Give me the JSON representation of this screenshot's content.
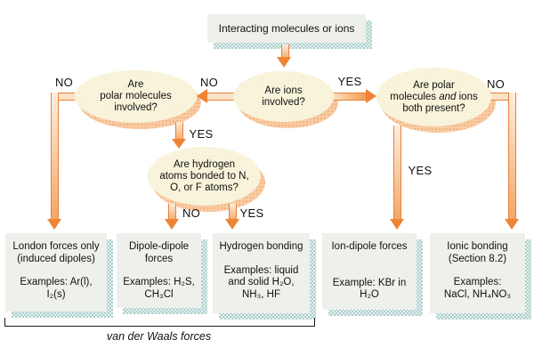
{
  "colors": {
    "page_bg": "#ffffff",
    "box_fill": "#eef0ec",
    "box_shadow": "#a9cecd",
    "oval_fill": "#f9f4dc",
    "oval_shadow": "#f8cba4",
    "arrow_orange": "#ee8434",
    "arrow_edge": "#e8803a",
    "text": "#111111"
  },
  "start": {
    "label": "Interacting molecules or ions"
  },
  "decisions": {
    "ions": {
      "line1": "Are ions",
      "line2": "involved?"
    },
    "polar": {
      "line1": "Are",
      "line2": "polar molecules",
      "line3": "involved?"
    },
    "both": {
      "line1": "Are polar",
      "line2_pre": "molecules ",
      "line2_italic": "and",
      "line2_post": " ions",
      "line3": "both present?"
    },
    "hydrogen": {
      "line1": "Are hydrogen",
      "line2": "atoms bonded to N,",
      "line3": "O, or F atoms?"
    }
  },
  "labels": {
    "no_to_london": "NO",
    "no_to_polar": "NO",
    "yes_to_both": "YES",
    "yes_to_hydrogen": "YES",
    "no_to_dipole": "NO",
    "yes_to_hbond": "YES",
    "yes_to_iondipole": "YES",
    "no_to_ionic": "NO"
  },
  "outcomes": {
    "london": {
      "title1": "London forces only",
      "title2": "(induced dipoles)",
      "ex1": "Examples: Ar(l),",
      "ex2": "I₂(s)"
    },
    "dipole": {
      "title1": "Dipole-dipole",
      "title2": "forces",
      "ex1": "Examples: H₂S,",
      "ex2": "CH₃Cl"
    },
    "hbond": {
      "title1": "Hydrogen bonding",
      "ex1": "Examples: liquid",
      "ex2": "and solid H₂O,",
      "ex3": "NH₃, HF"
    },
    "iondipole": {
      "title1": "Ion-dipole forces",
      "ex1": "Example: KBr in",
      "ex2": "H₂O"
    },
    "ionic": {
      "title1": "Ionic bonding",
      "title2": "(Section 8.2)",
      "ex1": "Examples:",
      "ex2": "NaCl, NH₄NO₃"
    }
  },
  "footer": {
    "bracket_label": "van der Waals forces"
  }
}
